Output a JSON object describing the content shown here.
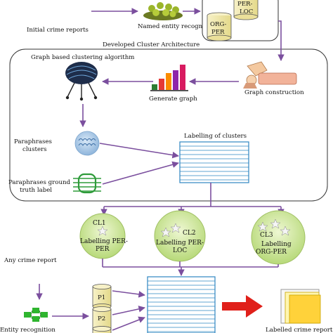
{
  "top": {
    "initial_reports": "Initial crime reports",
    "ner": "Named entity recognition",
    "db_per_loc_1": "PER-",
    "db_per_loc_2": "LOC",
    "db_org_per_1": "ORG-",
    "db_org_per_2": "PER"
  },
  "architecture": {
    "title": "Developed Cluster Architecture",
    "graph_clustering": "Graph based clustering algorithm",
    "generate_graph": "Generate graph",
    "graph_construction": "Graph construction",
    "paraphrases_clusters_1": "Paraphrases",
    "paraphrases_clusters_2": "clusters",
    "ground_truth_1": "Paraphrases ground",
    "ground_truth_2": "truth label",
    "labelling_of_clusters": "Labelling of clusters"
  },
  "clusters": [
    {
      "id": "CL1",
      "line1": "Labelling PER-",
      "line2": "PER"
    },
    {
      "id": "CL2",
      "line1": "Labelling PER-",
      "line2": "LOC"
    },
    {
      "id": "CL3",
      "line1": "Labelling",
      "line2": "ORG-PER"
    }
  ],
  "bottom": {
    "any_report": "Any crime report",
    "entity_recognition": "Entity recognition",
    "p1": "P1",
    "p2": "P2",
    "labelled_report": "Labelled crime report"
  },
  "colors": {
    "arrow": "#7b4f9e",
    "cluster_fill": "#c9e38f",
    "table_line": "#2e86c1",
    "red_arrow": "#e0201a"
  }
}
